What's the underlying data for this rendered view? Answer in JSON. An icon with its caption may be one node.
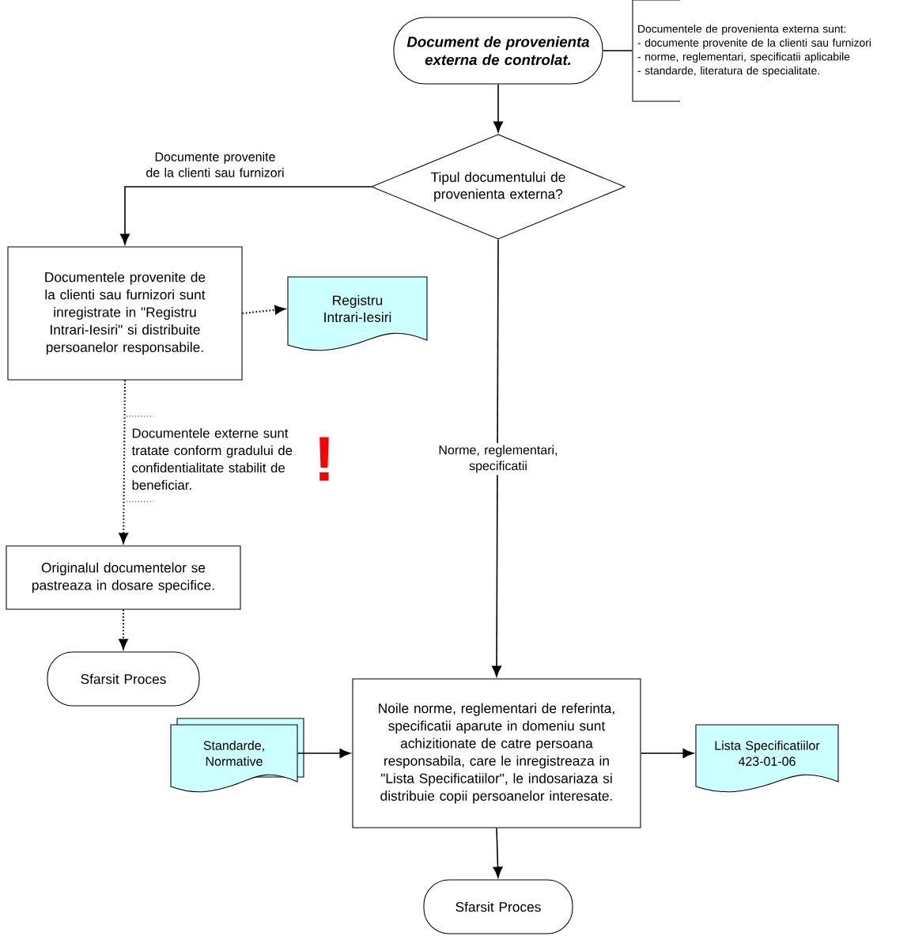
{
  "diagram": {
    "nodes": [
      {
        "text": [
          "Document de provenienta externa de controlat."
        ]
      },
      {
        "text": [
          "Documentele de provenienta externa sunt:",
          "- documente provenite de la clienti sau furnizori",
          "- norme, reglementari, specificatii aplicabile",
          "- standarde, literatura de specialitate."
        ]
      },
      {
        "text": [
          "Tipul documentului de provenienta externa?"
        ]
      },
      {
        "text": [
          "Documentele provenite de la clienti sau furnizori sunt inregistrate in \"Registru Intrari-Iesiri\" si distribuite persoanelor responsabile."
        ]
      },
      {
        "text": [
          "Registru Intrari-Iesiri"
        ]
      },
      {
        "text": [
          "Originalul documentelor se pastreaza in dosare specifice."
        ]
      },
      {
        "text": [
          "Sfarsit Proces"
        ]
      },
      {
        "text": [
          "Standarde, Normative"
        ]
      },
      {
        "text": [
          "Noile norme, reglementari de referinta, specificatii aparute in domeniu sunt achizitionate de catre persoana responsabila, care le inregistreaza in \"Lista Specificatiilor\", le indosariaza si distribuie copii persoanelor interesate."
        ]
      },
      {
        "text": [
          "Lista Specificatiilor 423-01-06"
        ]
      },
      {
        "text": [
          "Sfarsit Proces"
        ]
      }
    ],
    "edges": [
      {
        "from": 0,
        "to": 2,
        "arrow": "to"
      },
      {
        "from": 0,
        "to": 1,
        "arrow": "none"
      },
      {
        "from": 2,
        "to": 3,
        "arrow": "to",
        "label": "Documente provenite de la clienti sau furnizori"
      },
      {
        "from": 3,
        "to": 4,
        "arrow": "to",
        "style": "dashed"
      },
      {
        "from": 3,
        "to": 5,
        "arrow": "to",
        "style": "dashed"
      },
      {
        "from": 5,
        "to": 6,
        "arrow": "to",
        "style": "dashed"
      },
      {
        "from": 2,
        "to": 8,
        "arrow": "to",
        "label": "Norme, reglementari, specificatii"
      },
      {
        "from": 7,
        "to": 8,
        "arrow": "to"
      },
      {
        "from": 8,
        "to": 9,
        "arrow": "to"
      },
      {
        "from": 8,
        "to": 10,
        "arrow": "to"
      }
    ],
    "labels": [
      "Documentele externe sunt tratate conform gradului de confidentialitate stabilit de beneficiar.",
      "!"
    ]
  }
}
